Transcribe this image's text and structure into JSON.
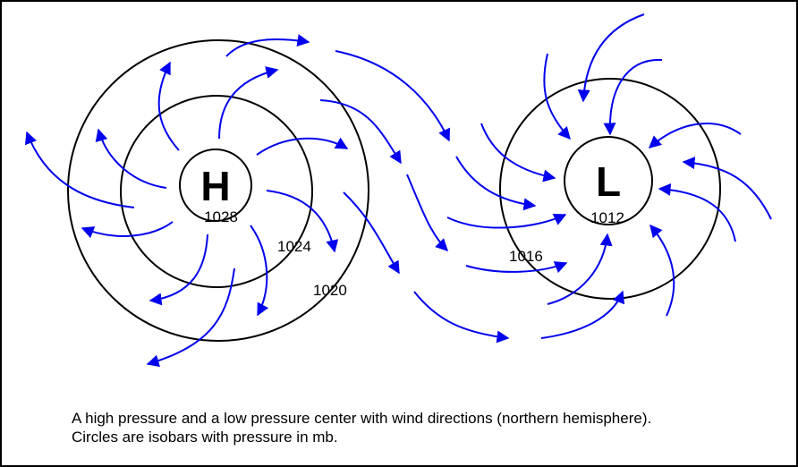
{
  "high_center": {
    "label": "H",
    "isobars": [
      "1028",
      "1024",
      "1020"
    ]
  },
  "low_center": {
    "label": "L",
    "isobars": [
      "1012",
      "1016"
    ]
  },
  "caption": {
    "line1": "A high pressure and a low pressure center with wind directions (northern hemisphere).",
    "line2": "Circles are isobars with pressure in mb."
  },
  "colors": {
    "wind_arrow": "#0000ee",
    "isobar": "#000000"
  },
  "icons": {
    "wind": "curved-arrow-icon"
  }
}
